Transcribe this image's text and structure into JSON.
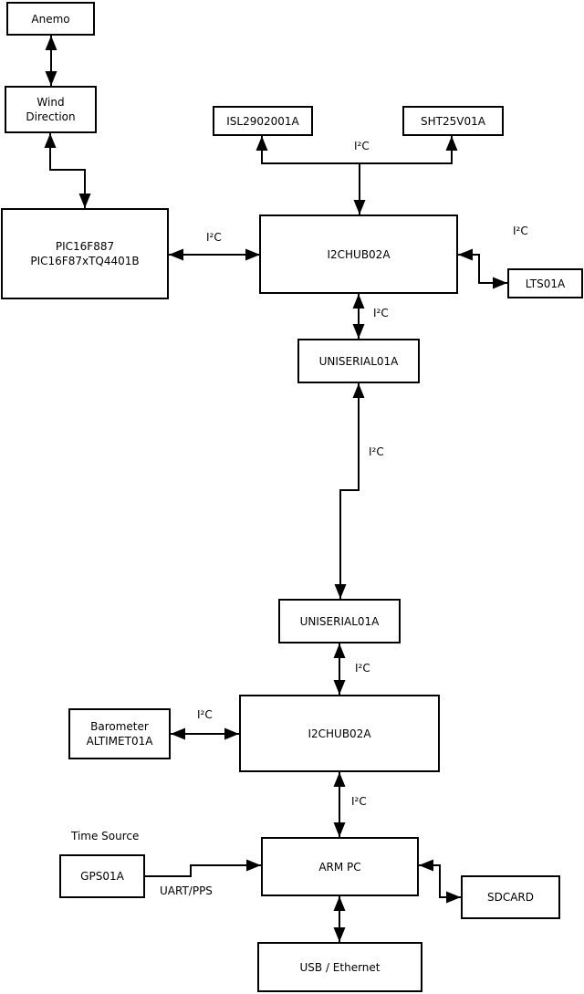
{
  "diagram": {
    "nodes": [
      {
        "id": "anemo",
        "label": "Anemo"
      },
      {
        "id": "wind-direction",
        "label": "Wind\nDirection"
      },
      {
        "id": "pic",
        "label": "PIC16F887\nPIC16F87xTQ4401B"
      },
      {
        "id": "isl",
        "label": "ISL2902001A"
      },
      {
        "id": "sht",
        "label": "SHT25V01A"
      },
      {
        "id": "i2chub-top",
        "label": "I2CHUB02A"
      },
      {
        "id": "lts",
        "label": "LTS01A"
      },
      {
        "id": "uniserial-top",
        "label": "UNISERIAL01A"
      },
      {
        "id": "uniserial-bottom",
        "label": "UNISERIAL01A"
      },
      {
        "id": "barometer",
        "label": "Barometer\nALTIMET01A"
      },
      {
        "id": "i2chub-bottom",
        "label": "I2CHUB02A"
      },
      {
        "id": "gps",
        "label": "GPS01A"
      },
      {
        "id": "arm-pc",
        "label": "ARM PC"
      },
      {
        "id": "sdcard",
        "label": "SDCARD"
      },
      {
        "id": "usb-ethernet",
        "label": "USB / Ethernet"
      }
    ],
    "edge_labels": {
      "i2c": "I²C",
      "uart_pps": "UART/PPS",
      "time_source": "Time Source"
    },
    "colors": {
      "line": "#000000",
      "background": "#ffffff",
      "text": "#000000"
    }
  }
}
